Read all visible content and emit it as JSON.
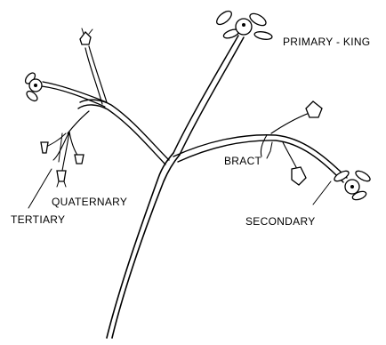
{
  "labels": {
    "primary": "PRIMARY - KING",
    "bract": "BRACT",
    "quaternary": "QUATERNARY",
    "tertiary": "TERTIARY",
    "secondary": "SECONDARY"
  }
}
